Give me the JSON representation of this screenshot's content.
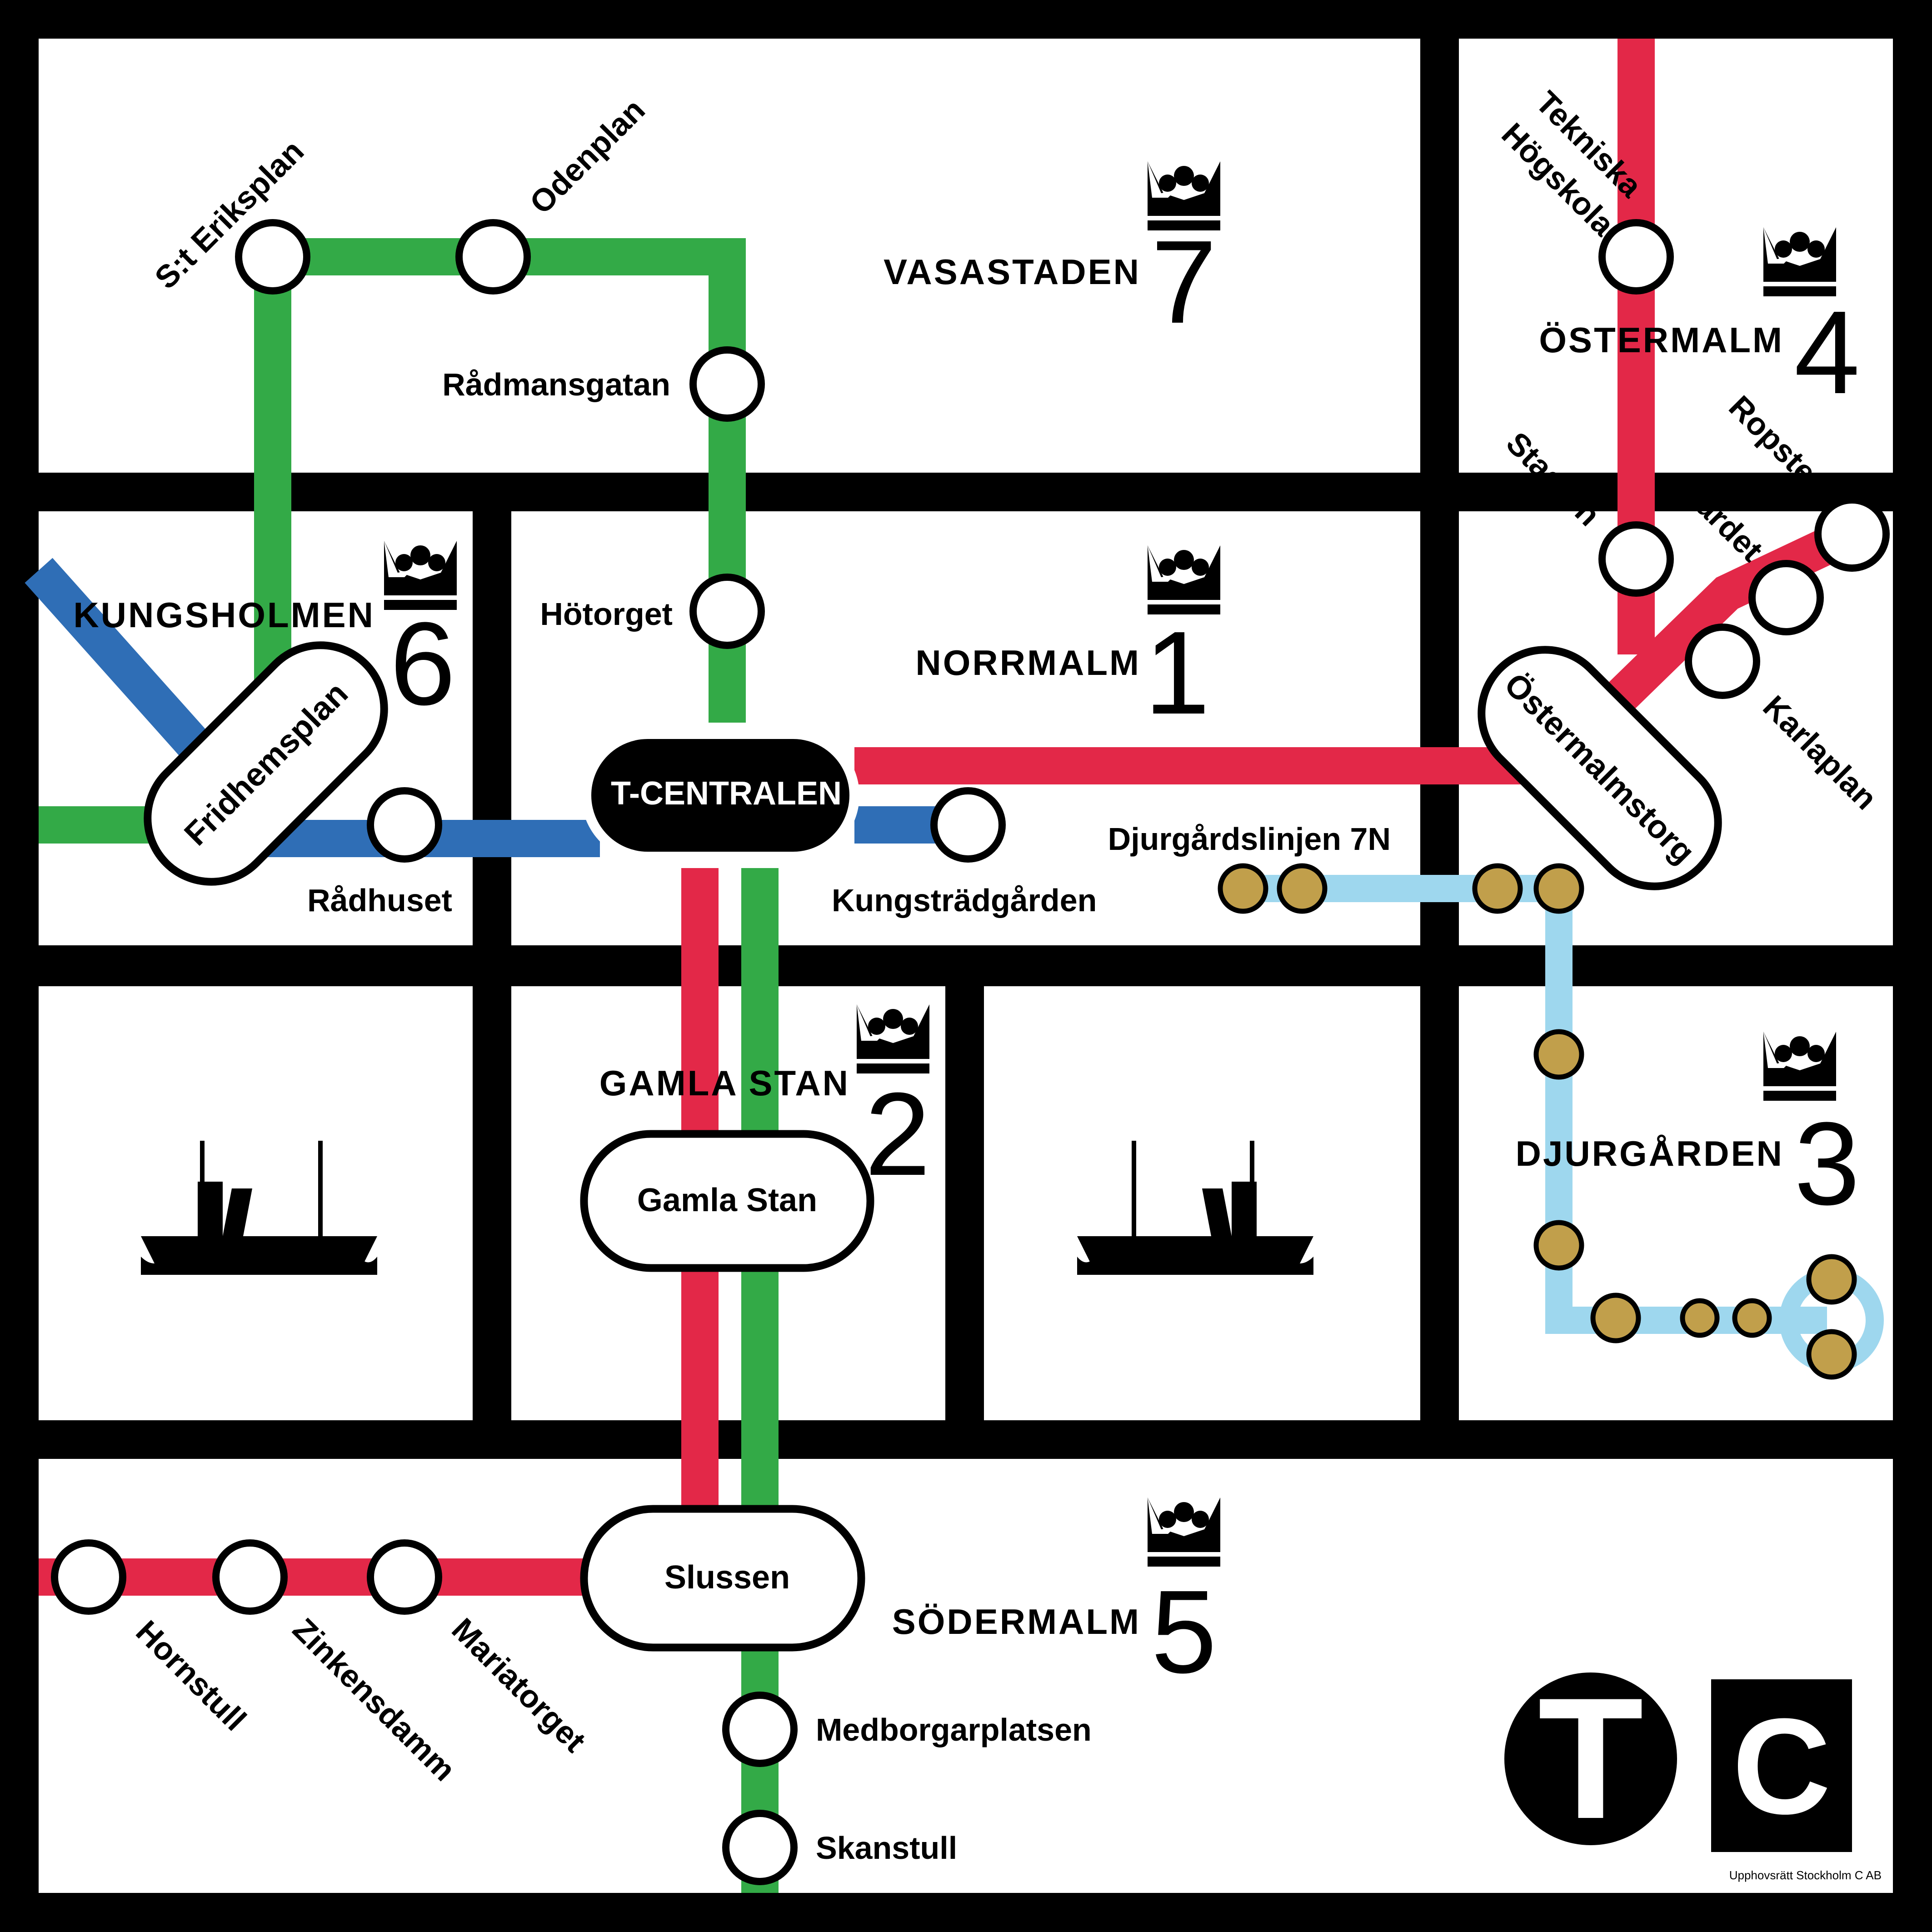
{
  "colors": {
    "frame": "#000000",
    "green_line": "#33aa47",
    "red_line": "#e32848",
    "blue_line": "#2f6eb6",
    "tram_line": "#9ed7ee",
    "tram_stop": "#c19f4b",
    "block": "#ffffff"
  },
  "districts": [
    {
      "id": "vasastaden",
      "name": "VASASTADEN",
      "number": "7",
      "icon": "crown-icon"
    },
    {
      "id": "norrmalm",
      "name": "NORRMALM",
      "number": "1",
      "icon": "crown-icon"
    },
    {
      "id": "kungsholmen",
      "name": "KUNGSHOLMEN",
      "number": "6",
      "icon": "crown-icon"
    },
    {
      "id": "ostermalm",
      "name": "ÖSTERMALM",
      "number": "4",
      "icon": "crown-icon"
    },
    {
      "id": "gamlastan",
      "name": "GAMLA STAN",
      "number": "2",
      "icon": "crown-icon"
    },
    {
      "id": "djurgarden",
      "name": "DJURGÅRDEN",
      "number": "3",
      "icon": "crown-icon"
    },
    {
      "id": "sodermalm",
      "name": "SÖDERMALM",
      "number": "5",
      "icon": "crown-icon"
    }
  ],
  "hubs": {
    "t_centralen": "T-CENTRALEN",
    "fridhemsplan": "Fridhemsplan",
    "ostermalmstorg": "Östermalmstorg",
    "gamla_stan": "Gamla Stan",
    "slussen": "Slussen"
  },
  "stations": {
    "st_eriksplan": "S:t Eriksplan",
    "odenplan": "Odenplan",
    "radmansgatan": "Rådmansgatan",
    "hotorget": "Hötorget",
    "radhuset": "Rådhuset",
    "kungstradgarden": "Kungsträdgården",
    "tekniska_hogskola_1": "Tekniska",
    "tekniska_hogskola_2": "Högskola",
    "stadion": "Stadion",
    "gardet": "Gärdet",
    "ropsten": "Ropsten",
    "karlaplan": "Karlaplan",
    "hornstull": "Hornstull",
    "zinkensdamm": "Zinkensdamm",
    "mariatorget": "Mariatorget",
    "medborgarplatsen": "Medborgarplatsen",
    "skanstull": "Skanstull"
  },
  "tram": {
    "name": "Djurgårdslinjen 7N",
    "icon": "tram-stop-icon"
  },
  "icons": {
    "boat": "ship-icon",
    "metro_logo": "T",
    "city_logo": "C"
  },
  "copyright": "Upphovsrätt Stockholm C AB"
}
